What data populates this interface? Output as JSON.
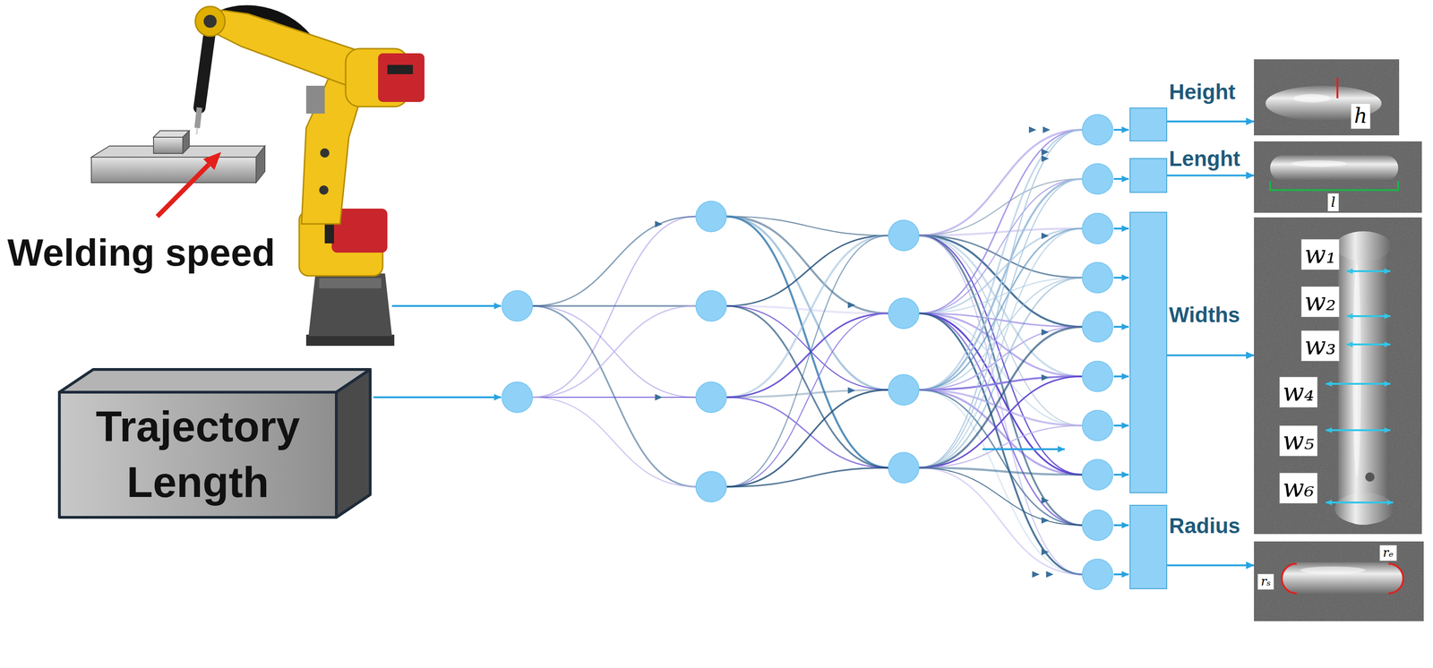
{
  "diagram": {
    "nodes": [
      {
        "text": [
          "Trajectory Length"
        ]
      },
      {
        "text": [
          "Height"
        ]
      },
      {
        "text": [
          "Lenght"
        ]
      },
      {
        "text": [
          "Widths"
        ]
      },
      {
        "text": [
          "Radius"
        ]
      },
      {
        "text": [
          "h"
        ]
      },
      {
        "text": [
          "l"
        ]
      },
      {
        "text": [
          "w₁",
          "w₂",
          "w₃",
          "w₄",
          "w₅",
          "w₆"
        ]
      },
      {
        "text": [
          "rₛ",
          "rₑ"
        ]
      }
    ],
    "edges": [
      {
        "from": 1,
        "to": 5,
        "arrow": "to"
      },
      {
        "from": 2,
        "to": 6,
        "arrow": "to"
      },
      {
        "from": 3,
        "to": 7,
        "arrow": "to"
      },
      {
        "from": 4,
        "to": 8,
        "arrow": "to"
      }
    ],
    "labels": [
      "Welding speed"
    ]
  }
}
